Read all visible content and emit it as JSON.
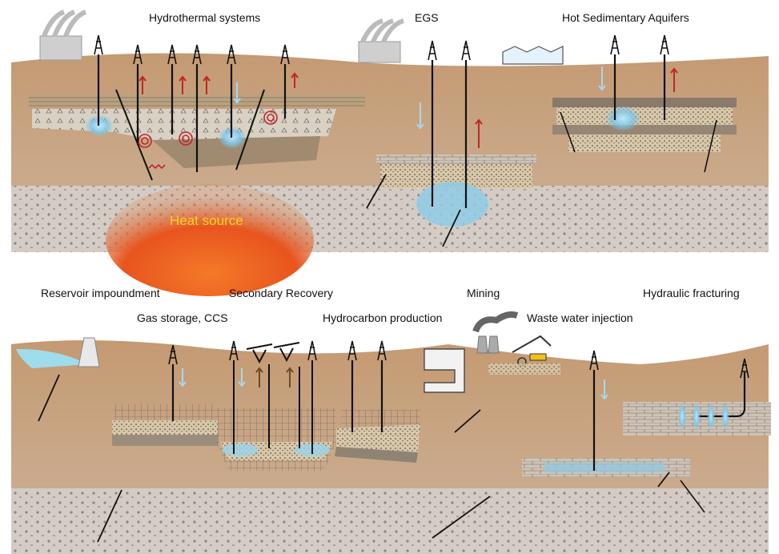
{
  "top_panel": {
    "labels": {
      "hydrothermal": "Hydrothermal systems",
      "egs": "EGS",
      "hot_sedimentary": "Hot Sedimentary Aquifers",
      "heat_source": "Heat source"
    }
  },
  "bottom_panel": {
    "labels": {
      "reservoir_impoundment": "Reservoir impoundment",
      "secondary_recovery": "Secondary Recovery",
      "mining": "Mining",
      "hydraulic_fracturing": "Hydraulic fracturing",
      "gas_storage": "Gas storage, CCS",
      "hydrocarbon_production": "Hydrocarbon production",
      "waste_water": "Waste water injection"
    }
  },
  "colors": {
    "soil": "#c9a27a",
    "basement": "#d2cbc6",
    "heat": "#e8541e",
    "fluid": "#8fd3f0",
    "arrow_up_red": "#c0262a",
    "arrow_up_brown": "#6b4a2a",
    "arrow_down_blue": "#a9d6ef"
  }
}
